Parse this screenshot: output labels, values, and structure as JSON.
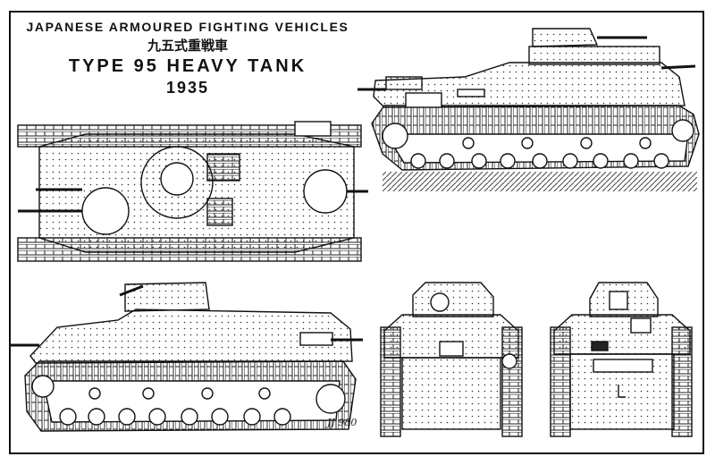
{
  "title": {
    "line1": "JAPANESE ARMOURED FIGHTING VEHICLES",
    "line2": "九五式重戦車",
    "line3": "TYPE 95 HEAVY TANK",
    "line4": "1935"
  },
  "signature": "JJ 980",
  "colors": {
    "ink": "#111111",
    "paper": "#ffffff",
    "ground": "#555555"
  },
  "views": [
    "side-view-right",
    "top-view",
    "side-view-left",
    "front-view",
    "rear-view"
  ]
}
